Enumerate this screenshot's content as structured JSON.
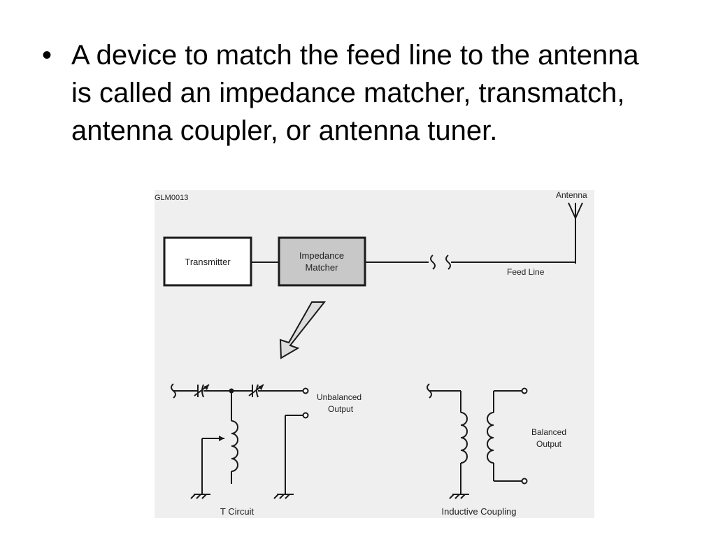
{
  "slide": {
    "bullet": "•",
    "text": "A device to match the feed line to the antenna is called an impedance matcher, transmatch, antenna coupler, or antenna tuner."
  },
  "figure": {
    "id_label": "GLM0013",
    "antenna_label": "Antenna",
    "transmitter_label": "Transmitter",
    "matcher_label_line1": "Impedance",
    "matcher_label_line2": "Matcher",
    "feed_line_label": "Feed Line",
    "unbalanced_line1": "Unbalanced",
    "unbalanced_line2": "Output",
    "balanced_line1": "Balanced",
    "balanced_line2": "Output",
    "t_circuit_label": "T Circuit",
    "inductive_label": "Inductive Coupling",
    "colors": {
      "background": "#efefef",
      "matcher_fill": "#c8c8c8",
      "stroke": "#1a1a1a"
    }
  }
}
